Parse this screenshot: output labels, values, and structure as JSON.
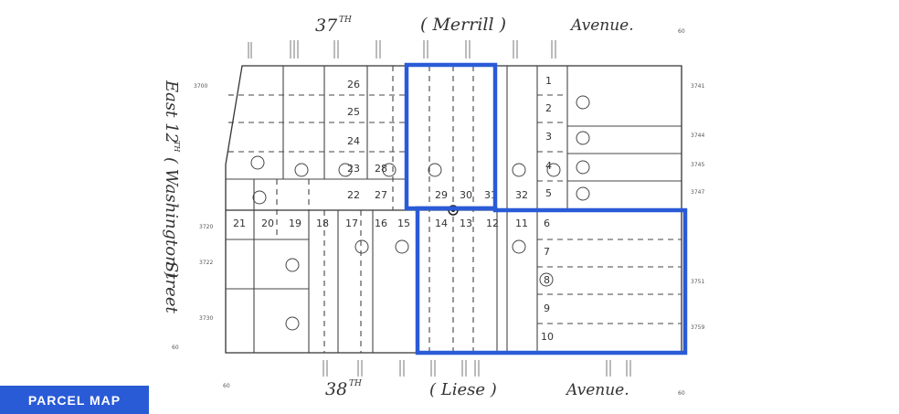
{
  "map": {
    "streets": {
      "top_name": "37",
      "top_suffix": "TH",
      "top_alias": "( Merrill )",
      "top_type": "Avenue.",
      "bottom_name": "38",
      "bottom_suffix": "TH",
      "bottom_alias": "( Liese )",
      "bottom_type": "Avenue.",
      "left_line1": "East 12",
      "left_suffix": "TH",
      "left_line2": "( Washington )",
      "left_line3": "Street"
    },
    "lot_numbers": [
      "1",
      "2",
      "3",
      "4",
      "5",
      "6",
      "7",
      "8",
      "9",
      "10",
      "11",
      "12",
      "13",
      "14",
      "15",
      "16",
      "17",
      "18",
      "19",
      "20",
      "21",
      "22",
      "23",
      "24",
      "25",
      "26",
      "27",
      "28",
      "29",
      "30",
      "31",
      "32"
    ],
    "address_labels": [
      "3700",
      "3720",
      "3730",
      "3741",
      "3745",
      "3747",
      "3751",
      "3759",
      "3744",
      "3722"
    ],
    "corner_marks": [
      "60",
      "60",
      "60",
      "60"
    ],
    "highlight_color": "#2a5bd7"
  },
  "badge": {
    "label": "PARCEL MAP"
  }
}
